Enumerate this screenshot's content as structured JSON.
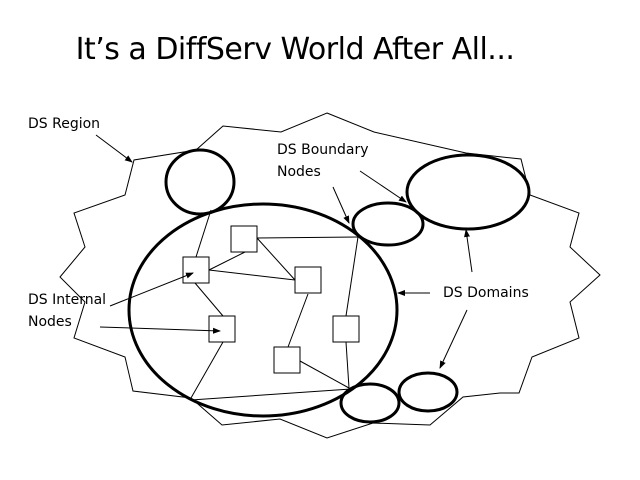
{
  "title": "It’s a DiffServ World After All...",
  "labels": {
    "region": "DS Region",
    "boundary_line1": "DS Boundary",
    "boundary_line2": "Nodes",
    "domains": "DS Domains",
    "internal_line1": "DS Internal",
    "internal_line2": "Nodes"
  },
  "colors": {
    "stroke": "#000000",
    "background": "#ffffff"
  }
}
